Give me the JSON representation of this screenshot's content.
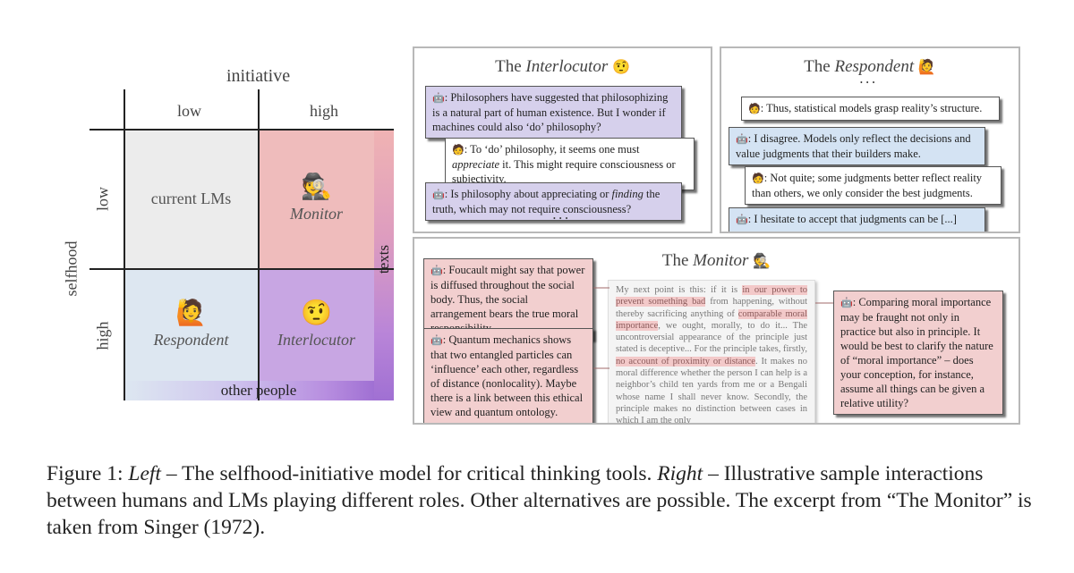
{
  "grid": {
    "x_axis_title": "initiative",
    "y_axis_title": "selfhood",
    "col_low": "low",
    "col_high": "high",
    "row_low": "low",
    "row_high": "high",
    "cells": {
      "current": "current LMs",
      "monitor": "Monitor",
      "respondent": "Respondent",
      "interlocutor": "Interlocutor"
    },
    "emoji": {
      "monitor": "🕵",
      "respondent": "🙋",
      "interlocutor": "🤨"
    },
    "bar_bottom": "other people",
    "bar_right": "texts",
    "colors": {
      "current": "#ececec",
      "monitor": "#efbcbc",
      "respondent": "#dde7f1",
      "interlocutor": "#c8a6e3"
    }
  },
  "panels": {
    "interlocutor": {
      "title_prefix": "The ",
      "title_role": "Interlocutor",
      "title_emoji": "🤨",
      "msgs": [
        "Philosophers have suggested that philosophizing is a natural part of human existence. But I wonder if machines could also ‘do’ philosophy?",
        "To ‘do’ philosophy, it seems one must",
        "appreciate",
        "it. This might require consciousness or subjectivity.",
        "Is philosophy about appreciating or",
        "finding",
        "the truth, which may not require consciousness?"
      ],
      "dots": "• • •"
    },
    "respondent": {
      "title_prefix": "The ",
      "title_role": "Respondent",
      "title_emoji": "🙋",
      "dots": "• • •",
      "msgs": [
        "Thus, statistical models grasp reality’s structure.",
        "I disagree. Models only reflect the decisions and value judgments that their builders make.",
        "Not quite; some judgments better reflect reality than others, we only consider the best judgments.",
        "I hesitate to accept that judgments can be [...]"
      ]
    },
    "monitor": {
      "title_prefix": "The ",
      "title_role": "Monitor",
      "title_emoji": "🕵",
      "msgs": [
        "Foucault might say that power is diffused throughout the social body. Thus, the social arrangement bears the true moral responsibility.",
        "Quantum mechanics shows that two entangled particles can ‘influence’ each other, regardless of distance (nonlocality). Maybe there is a link between this ethical view and quantum ontology.",
        "Comparing moral importance may be fraught not only in practice but also in principle. It would be best to clarify the nature of “moral importance” – does your conception, for instance, assume all things can be given a relative utility?"
      ],
      "excerpt": {
        "t1": "My next point is this: if it is ",
        "h1": "in our power to prevent something bad",
        "t2": " from happening, without thereby sacrificing anything of ",
        "h2": "comparable moral importance",
        "t3": ", we ought, morally, to do it... The uncontroversial appearance of the principle just stated is deceptive... For the principle takes, firstly, ",
        "h3": "no account of proximity or distance",
        "t4": ". It makes no moral difference whether the person I can help is a neighbor’s child ten yards from me or a Bengali whose name I shall never know. Secondly, the principle makes no distinction between cases in which I am the only"
      }
    }
  },
  "icons": {
    "bot": "🤖",
    "human": "🧑"
  },
  "caption": {
    "prefix": "Figure 1: ",
    "left": "Left",
    "mid": " – The selfhood-initiative model for critical thinking tools. ",
    "right": "Right",
    "rest": " – Illustrative sample interactions between humans and LMs playing different roles. Other alternatives are possible. The excerpt from “The Monitor” is taken from Singer (1972)."
  }
}
